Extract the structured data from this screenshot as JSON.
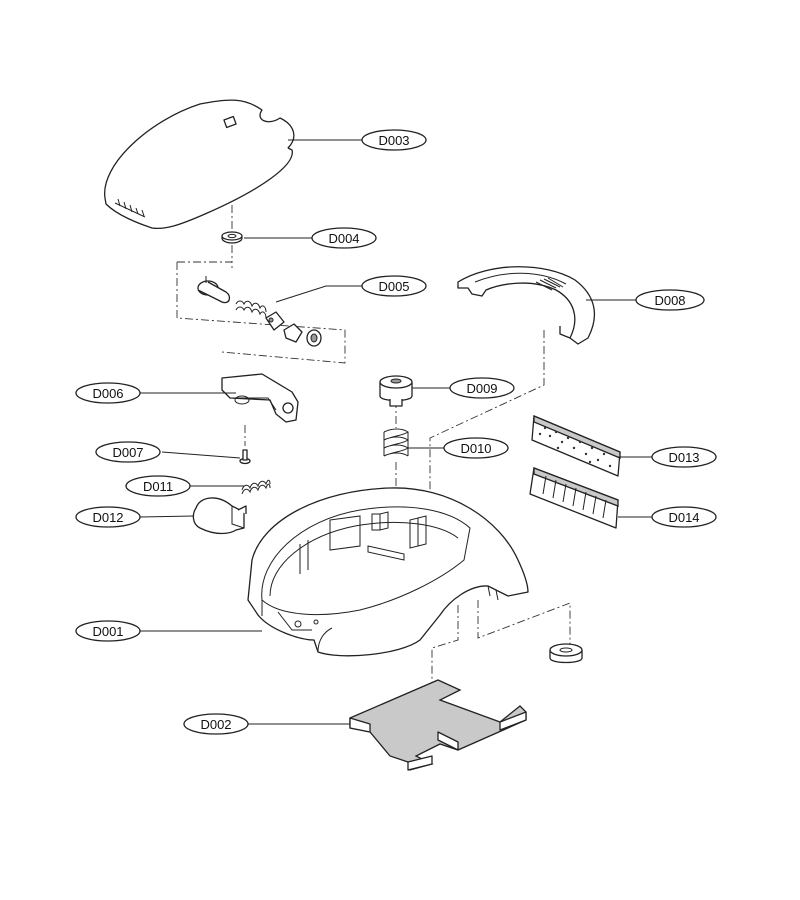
{
  "parts": [
    {
      "id": "D001",
      "label": "D001"
    },
    {
      "id": "D002",
      "label": "D002"
    },
    {
      "id": "D003",
      "label": "D003"
    },
    {
      "id": "D004",
      "label": "D004"
    },
    {
      "id": "D005",
      "label": "D005"
    },
    {
      "id": "D006",
      "label": "D006"
    },
    {
      "id": "D007",
      "label": "D007"
    },
    {
      "id": "D008",
      "label": "D008"
    },
    {
      "id": "D009",
      "label": "D009"
    },
    {
      "id": "D010",
      "label": "D010"
    },
    {
      "id": "D011",
      "label": "D011"
    },
    {
      "id": "D012",
      "label": "D012"
    },
    {
      "id": "D013",
      "label": "D013"
    },
    {
      "id": "D014",
      "label": "D014"
    }
  ]
}
